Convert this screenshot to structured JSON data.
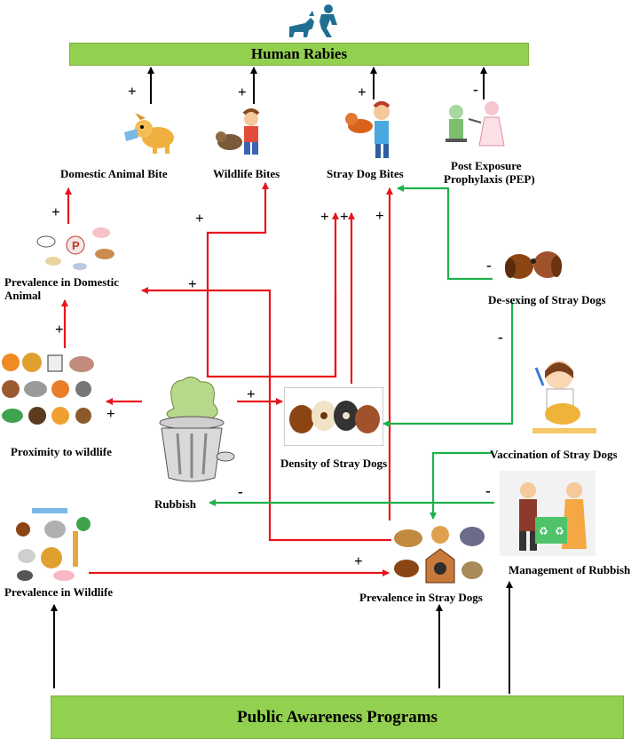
{
  "boxes": {
    "top": "Human Rabies",
    "bottom": "Public Awareness Programs"
  },
  "nodes": {
    "domestic_bite": "Domestic Animal Bite",
    "wildlife_bites": "Wildlife Bites",
    "stray_dog_bites": "Stray Dog Bites",
    "pep_line1": "Post Exposure",
    "pep_line2": "Prophylaxis (PEP)",
    "prev_domestic_line1": "Prevalence in Domestic",
    "prev_domestic_line2": "Animal",
    "desexing": "De-sexing of Stray Dogs",
    "proximity": "Proximity to wildlife",
    "density": "Density of Stray Dogs",
    "rubbish": "Rubbish",
    "vaccination": "Vaccination of Stray Dogs",
    "management": "Management of Rubbish",
    "prev_wildlife": "Prevalence in Wildlife",
    "prev_stray": "Prevalence in Stray Dogs"
  },
  "signs": {
    "plus": "+",
    "minus": "-"
  },
  "colors": {
    "box_fill": "#92d050",
    "positive_link": "#e8141c",
    "negative_link": "#1fb14b",
    "neutral_link": "#000000"
  },
  "icons": [
    "person-dog-silhouette-icon",
    "dog-biting-hand-icon",
    "animal-biting-boy-icon",
    "dog-biting-person-icon",
    "vaccination-doctor-icon",
    "domestic-animals-cluster-icon",
    "puppies-kissing-icon",
    "wild-animals-grid-icon",
    "rubbish-bin-icon",
    "puppies-group-icon",
    "vet-vaccinating-dog-icon",
    "recycling-people-icon",
    "wildlife-animals-icon",
    "stray-dogs-cluster-icon"
  ]
}
